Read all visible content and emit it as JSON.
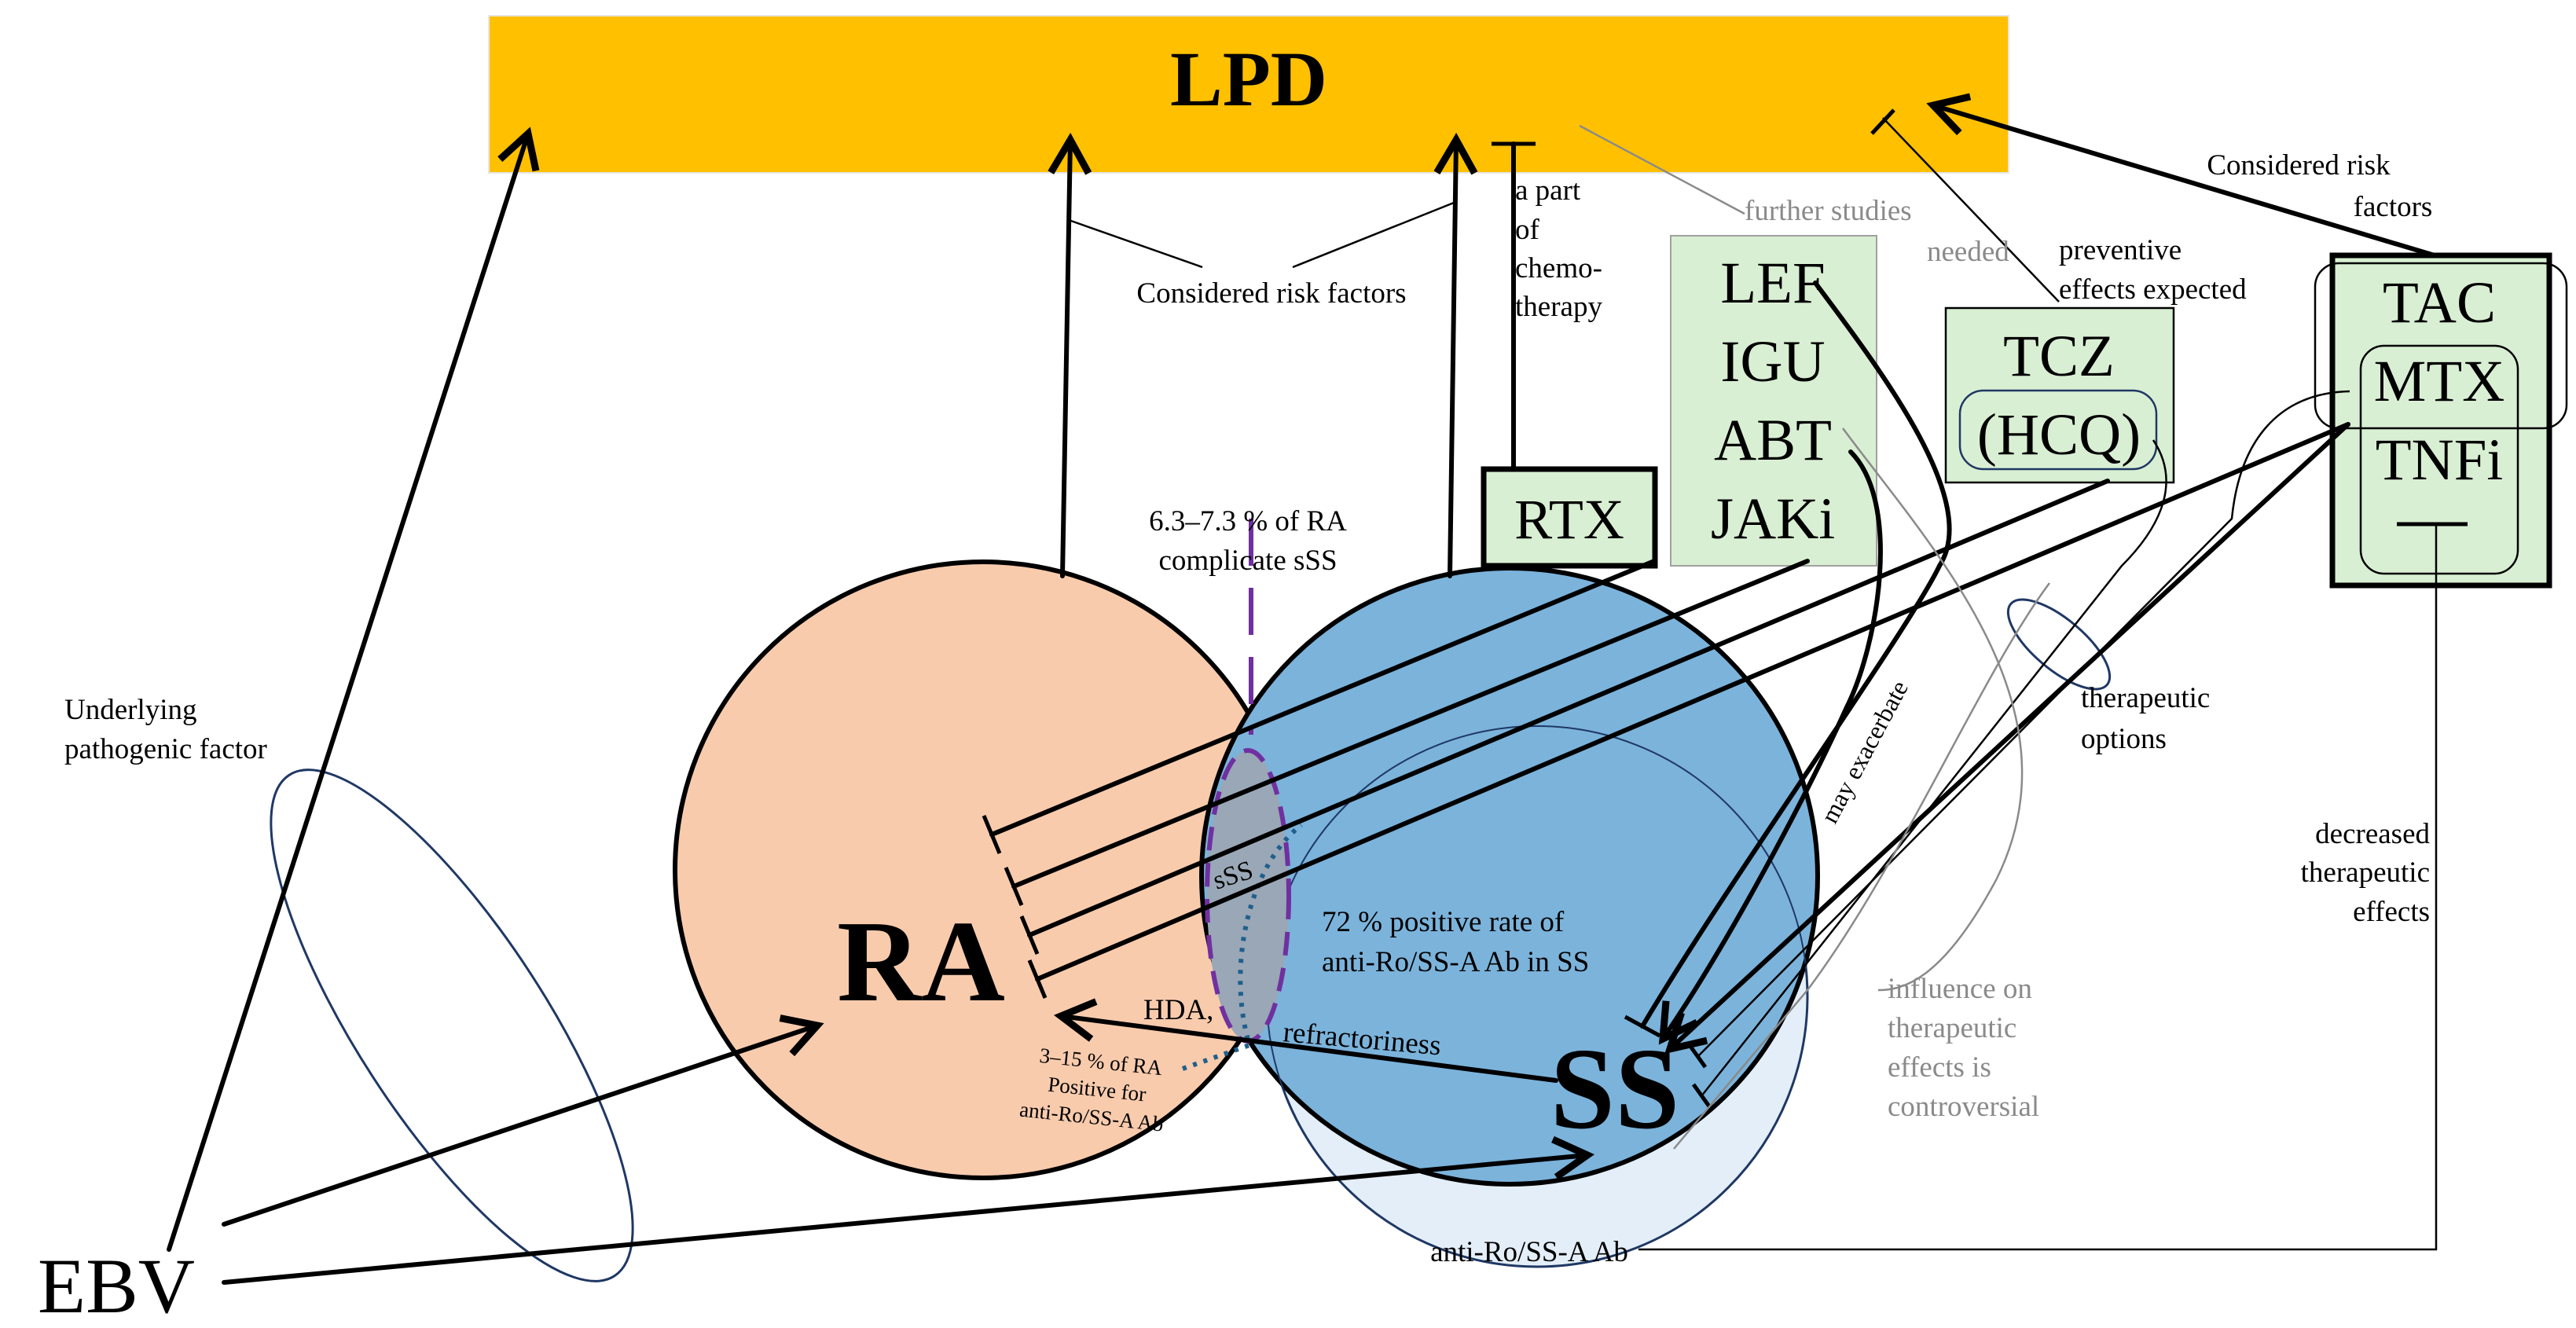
{
  "colors": {
    "lpd_box": "#ffc000",
    "ra_circle": "#f8cbad",
    "ss_circle": "#7bb3db",
    "antibody_circle": "#e4eef8",
    "drug_box": "#d9efd3",
    "sss_overlap": "#9aa7b6",
    "ellipse_outline": "#1f3864",
    "sss_dash": "#7030a0",
    "dotted_line": "#1f5f8b"
  },
  "top": {
    "lpd": "LPD"
  },
  "labels": {
    "considered_left": "Considered risk factors",
    "considered_right_1": "Considered risk",
    "considered_right_2": "factors",
    "chemo_1": "a part",
    "chemo_2": "of",
    "chemo_3": "chemo-",
    "chemo_4": "therapy",
    "further_1": "further studies",
    "further_2": "needed",
    "preventive_1": "preventive",
    "preventive_2": "effects expected",
    "underlying_1": "Underlying",
    "underlying_2": "pathogenic factor",
    "therapeutic_1": "therapeutic",
    "therapeutic_2": "options",
    "decreased_1": "decreased",
    "decreased_2": "therapeutic",
    "decreased_3": "effects",
    "may_exacerbate": "may exacerbate",
    "influence_1": "influence on",
    "influence_2": "therapeutic",
    "influence_3": "effects is",
    "influence_4": "controversial",
    "ra_sss_1": "6.3–7.3 % of RA",
    "ra_sss_2": "complicate sSS",
    "sss": "sSS",
    "positive_rate_1": "72 % positive rate of",
    "positive_rate_2": "anti-Ro/SS-A Ab in SS",
    "hda": "HDA,",
    "refractoriness": "refractoriness",
    "ra_pos_1": "3–15 % of RA",
    "ra_pos_2": "Positive for",
    "ra_pos_3": "anti-Ro/SS-A Ab",
    "antibody": "anti-Ro/SS-A  Ab"
  },
  "nodes": {
    "ra": "RA",
    "ss": "SS",
    "ebv": "EBV"
  },
  "drugs": {
    "rtx": "RTX",
    "group_a": [
      "LEF",
      "IGU",
      "ABT",
      "JAKi"
    ],
    "tcz": "TCZ",
    "hcq": "(HCQ)",
    "group_c": [
      "TAC",
      "MTX",
      "TNFi"
    ]
  }
}
